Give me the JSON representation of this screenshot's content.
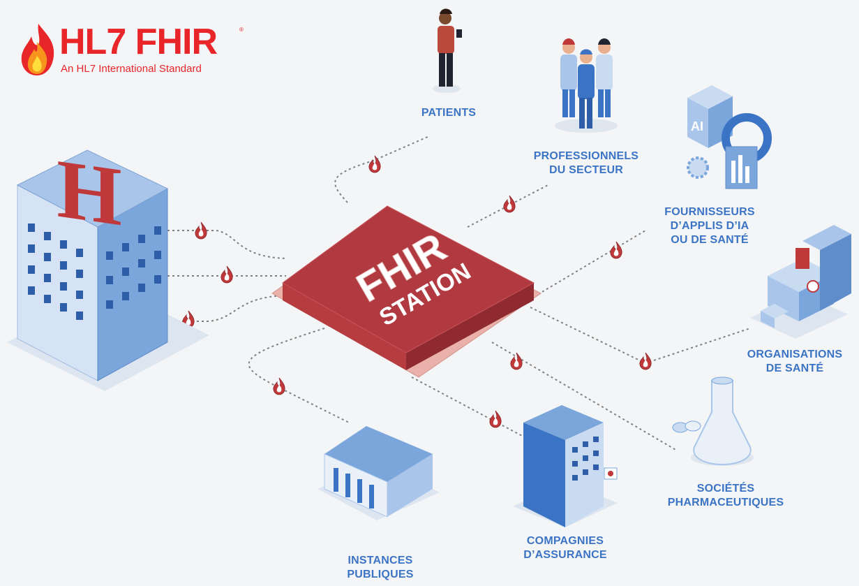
{
  "logo": {
    "title": "HL7 FHIR",
    "subtitle": "An HL7 International Standard",
    "registered": "®"
  },
  "hub": {
    "line1": "FHIR",
    "line2": "STATION"
  },
  "nodes": {
    "patients": [
      "PATIENTS"
    ],
    "professionnels": [
      "PROFESSIONNELS",
      "DU SECTEUR"
    ],
    "fournisseurs": [
      "FOURNISSEURS",
      "D’APPLIS D’IA",
      "OU DE SANTÉ"
    ],
    "organisations": [
      "ORGANISATIONS",
      "DE SANTÉ"
    ],
    "pharma": [
      "SOCIÉTÉS",
      "PHARMACEUTIQUES"
    ],
    "assurance": [
      "COMPAGNIES",
      "D’ASSURANCE"
    ],
    "instances": [
      "INSTANCES",
      "PUBLIQUES"
    ]
  },
  "icons": {
    "ai_box": "AI",
    "hospital_sign": "H"
  },
  "colors": {
    "background": "#f3f5f7",
    "label_blue": "#3b74c4",
    "brand_red": "#e8262a",
    "hub_red": "#a8323a",
    "hub_base": "#e9b1a9",
    "building_blue": "#7aa6dc",
    "connector": "#7d7d7d"
  }
}
